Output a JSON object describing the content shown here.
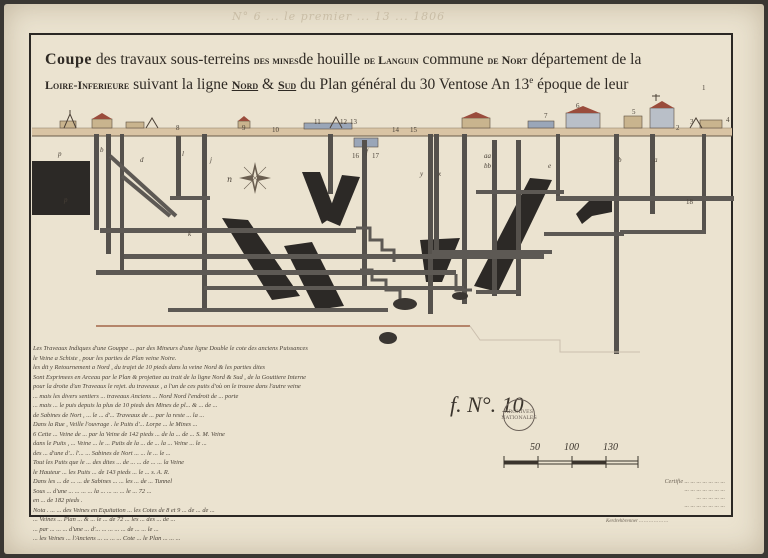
{
  "sheet": {
    "top_note": "N°   6   ... le premier ... 13 ... 1806"
  },
  "title": {
    "cap": "Coupe",
    "part1": " des travaux sous-terreins ",
    "sc1": "des mines",
    "part2": "de houille ",
    "sc2": "de Languin",
    "part3": " commune ",
    "sc3": "de Nort",
    "part4": " département de la ",
    "sc4": "Loire-Inferieure",
    "part5": " suivant la ligne ",
    "nord": "Nord",
    "amp": " & ",
    "sud": "Sud",
    "part6": " du Plan général du 30 Ventose An 13",
    "sup": "e",
    "part7": " époque de leur"
  },
  "labels": {
    "shafts": [
      "p",
      "p",
      "b",
      "d",
      "l",
      "j",
      "f",
      "y",
      "x",
      "bb",
      "aa",
      "e",
      "b",
      "a",
      "k"
    ],
    "numbers": [
      "8",
      "9",
      "10",
      "11",
      "12",
      "13",
      "14",
      "15",
      "16",
      "17",
      "7",
      "6",
      "5",
      "4",
      "3",
      "2",
      "1",
      "18"
    ],
    "compass_n": "n"
  },
  "legend": {
    "lines": [
      "Les Traveaux Indiques d'une Gouppe ... par des Mineurs d'une ligne Double le cote des anciens Puissances",
      "le Veine a Schiste , pour les parties de Plan veine Noire.",
      "les dit y Retournement a Nord , du trajet de 10 pieds dans la veine Nord & les parties dites",
      "Sont Exprimees en Arceau par le Plan & projettee au trait de la ligne Nord & Sud , de la Gouttiere Interne",
      "pour la droite d'un Traveaux le rejet. du traveaux , a l'un de ces puits d'où on le trouve dans l'autre veine",
      "... mais les divers sentiers ... traveaux Anciens ... Nord Nord l'endroit de ... porte",
      "... mais ... le puis depuis la plus de 10 pieds des Mines de pl... & ... de ... ",
      "de Sabines de Nort , ... le ... d'... Traveaux de ... par la reste ... la ...",
      "Dans la Rue , Veille l'ouvrage . le Puits d'... Lorpe ... le Mines ...",
      "6  Cette ... Veine de ... par la Veine de 142 pieds ... de la ... de ... S. M. Veine",
      "dans le Puits , ... Veine  ... le ... Puits de la ... de ... la ... Veine ... le ...",
      "des ... d'une d'... l'... ... Sabines de Nort ... ... le ... le ...",
      "Tout les Puits que le ... des dites ... de ... ... de ... ... la Veine",
      "le Hauteur ... les Puits ... de 143 pieds ... le ... s. A. R.",
      "Dans les ... de ... ... de Sabines ... ... les ... de ... Tunnel",
      "Sous ... d'une ... ... ... ... la ... ... ... ... le ... 72 ...",
      "en ... de 182 pieds .",
      "Nota . ...  ... des Veines en Equitation ... les Cotes de 8 et 9 ... de ... de ...",
      "... Veines ... Plan ... & ... le ... de 72 ... les ... des ... de ...",
      "... par ... ... ... d'une ... d'... ... ... ... ... de ... ... le ...",
      "... les Veines ... l'Anciens ... ... ... ... Cote ... le Plan ... ... ..."
    ]
  },
  "folio": "f.  N°. 10",
  "stamp_text": "ARCHIVES NATIONALES",
  "scale": {
    "ticks": [
      "50",
      "100",
      "130"
    ]
  },
  "signature_block": {
    "lines": [
      "Certifie ... ... ... ... ... ... ...",
      "... ... ... ... ... ... ...",
      "... ... ... ... ...",
      "... ... ... ... ... ... ..."
    ]
  },
  "bottom_note": "Kerdrehbrenner ... ... ... ... ... ..."
}
